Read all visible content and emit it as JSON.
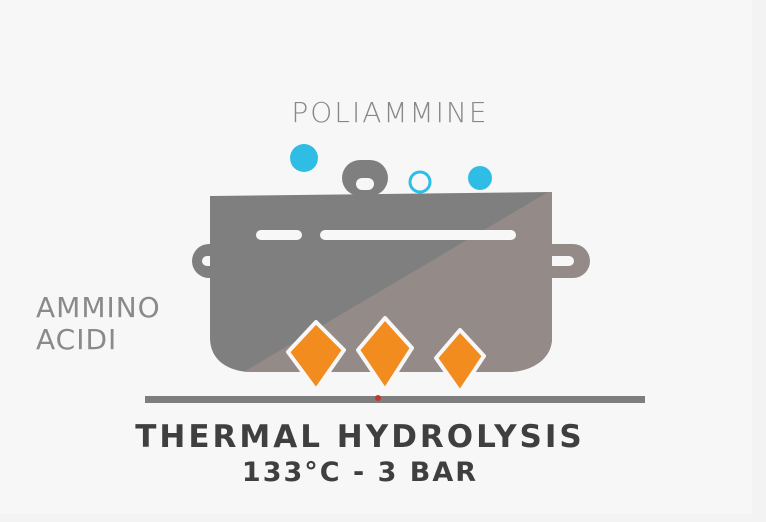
{
  "labels": {
    "top": "POLIAMMINE",
    "left_line1": "AMMINO",
    "left_line2": "ACIDI"
  },
  "title": {
    "line1": "THERMAL HYDROLYSIS",
    "line2": "133°C - 3 BAR"
  },
  "colors": {
    "background": "#f7f7f7",
    "pot_gray": "#7f7f7f",
    "pot_taupe": "#948a88",
    "bubble_blue": "#2fbde6",
    "flame_orange": "#f28c1e",
    "stove_gray": "#7e7e7e",
    "text_dark": "#3f3f3f",
    "text_light": "#888888"
  },
  "icons": {
    "bubbles": "bubble-icon",
    "flames": "flame-icon",
    "pot": "cooking-pot-icon"
  }
}
